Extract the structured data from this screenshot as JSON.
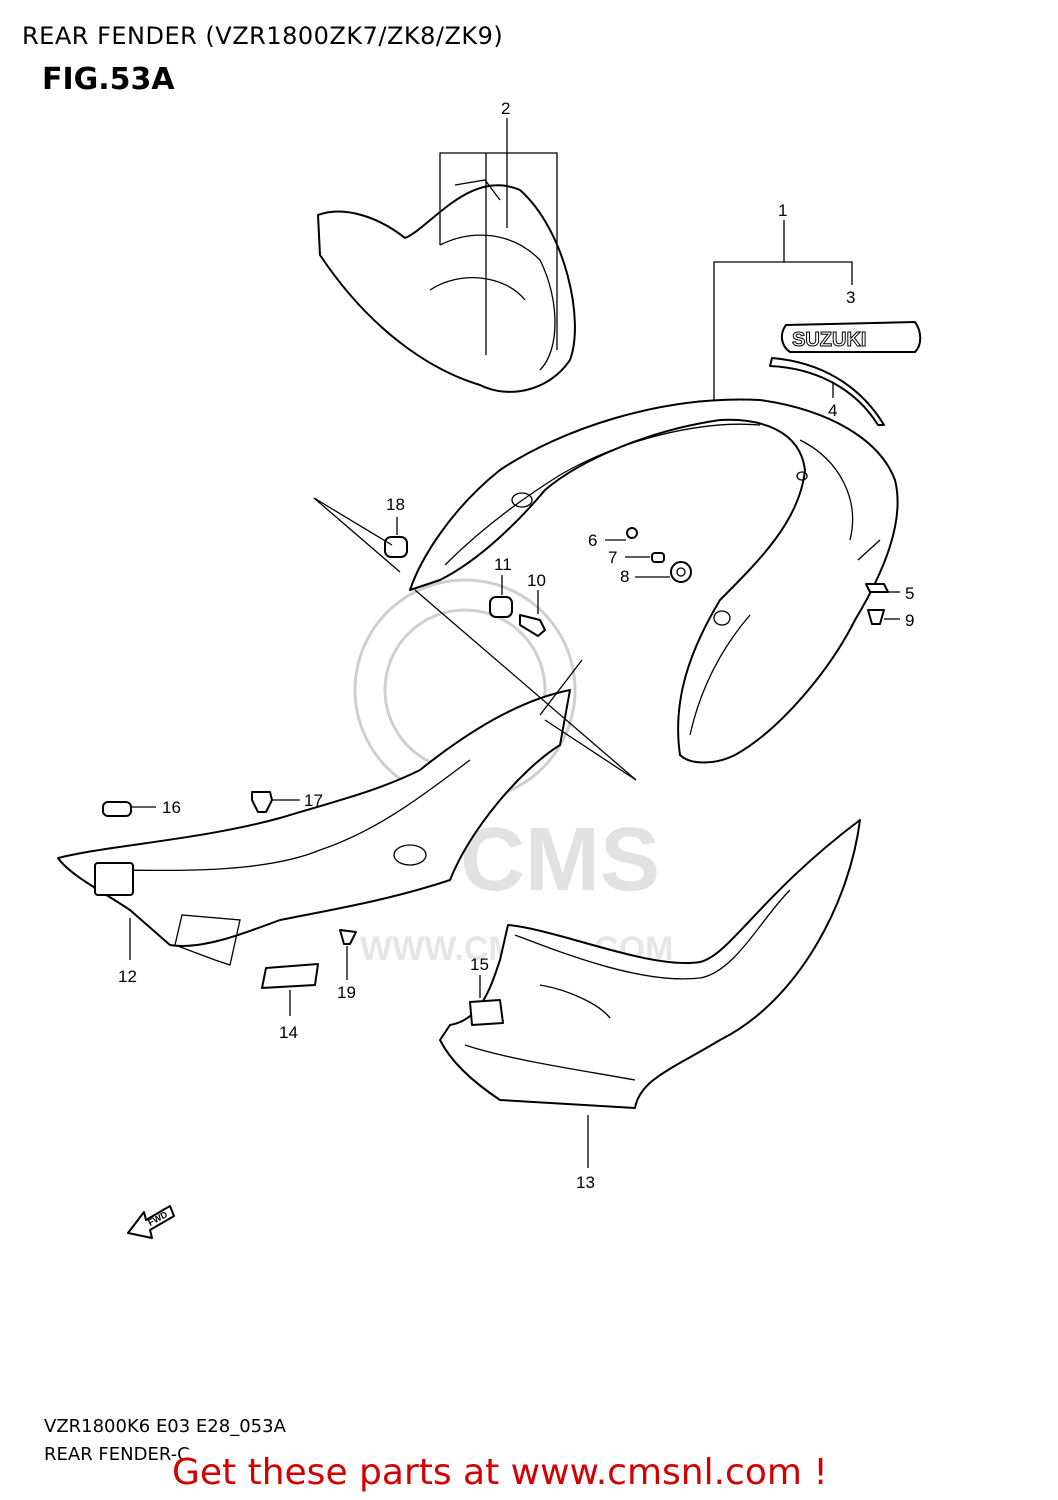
{
  "header": {
    "title": "REAR FENDER (VZR1800ZK7/ZK8/ZK9)",
    "fig": "FIG.53A"
  },
  "callouts": [
    "1",
    "2",
    "3",
    "4",
    "5",
    "6",
    "7",
    "8",
    "9",
    "10",
    "11",
    "12",
    "13",
    "14",
    "15",
    "16",
    "17",
    "18",
    "19"
  ],
  "decal_text": "SUZUKI",
  "fwd_text": "FWD",
  "watermark": {
    "brand": "CMS",
    "url": "WWW.CMSNL.COM"
  },
  "footer": {
    "model_code": "VZR1800K6 E03 E28_053A",
    "caption": "REAR FENDER-C",
    "promo": "Get these parts at www.cmsnl.com !"
  },
  "colors": {
    "promo": "#d40000",
    "watermark": "#cfcfcf"
  }
}
